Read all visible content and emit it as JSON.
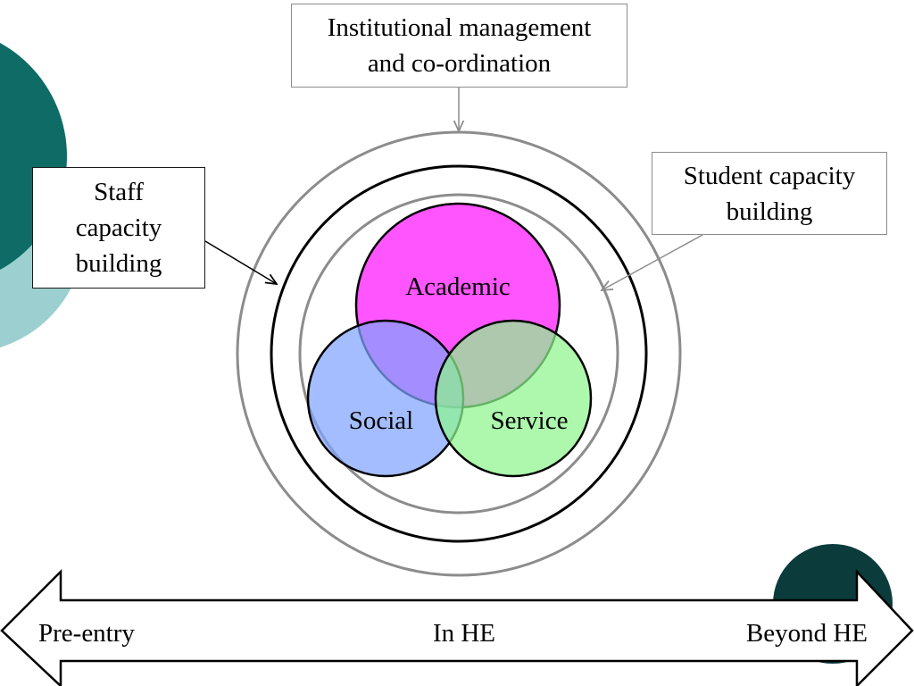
{
  "boxes": {
    "institutional": "Institutional management\nand co-ordination",
    "staff": "Staff\ncapacity\nbuilding",
    "student": "Student capacity\nbuilding"
  },
  "venn": {
    "academic": "Academic",
    "social": "Social",
    "service": "Service"
  },
  "timeline": {
    "left": "Pre-entry",
    "middle": "In HE",
    "right": "Beyond HE"
  },
  "colors": {
    "academic": "#ff55ff",
    "social": "#7fa3ff",
    "service": "#8ef58e",
    "decor_dark": "#0e6b66",
    "decor_light": "#9ccfcf",
    "decor_corner": "#0b3b3b",
    "ring_gray": "#8c8c8c",
    "ring_black": "#000000"
  }
}
